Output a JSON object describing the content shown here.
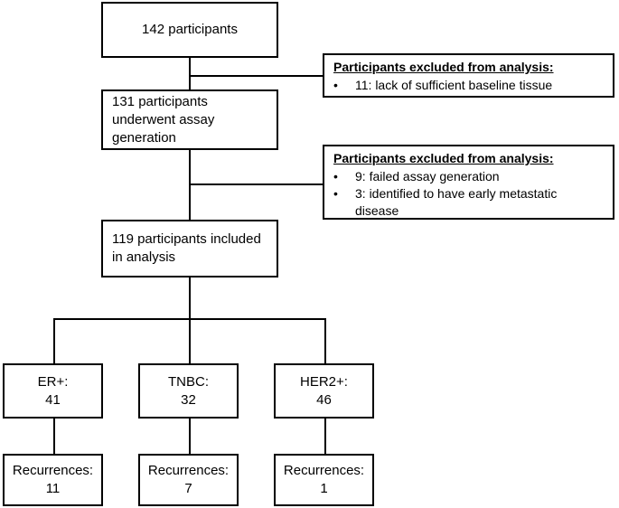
{
  "flow": {
    "start": {
      "text": "142 participants"
    },
    "exclusion1": {
      "title": "Participants excluded from analysis:",
      "items": [
        "11: lack of sufficient baseline tissue"
      ]
    },
    "assay": {
      "lines": [
        "131 participants",
        "underwent assay",
        "generation"
      ]
    },
    "exclusion2": {
      "title": "Participants excluded from analysis:",
      "items": [
        "9: failed assay generation",
        "3: identified to have early metastatic disease"
      ]
    },
    "included": {
      "lines": [
        "119 participants included",
        "in analysis"
      ]
    },
    "bullet": "•",
    "groups": [
      {
        "label": "ER+:",
        "count": "41",
        "recurrence_label": "Recurrences:",
        "recurrences": "11"
      },
      {
        "label": "TNBC:",
        "count": "32",
        "recurrence_label": "Recurrences:",
        "recurrences": "7"
      },
      {
        "label": "HER2+:",
        "count": "46",
        "recurrence_label": "Recurrences:",
        "recurrences": "1"
      }
    ]
  }
}
